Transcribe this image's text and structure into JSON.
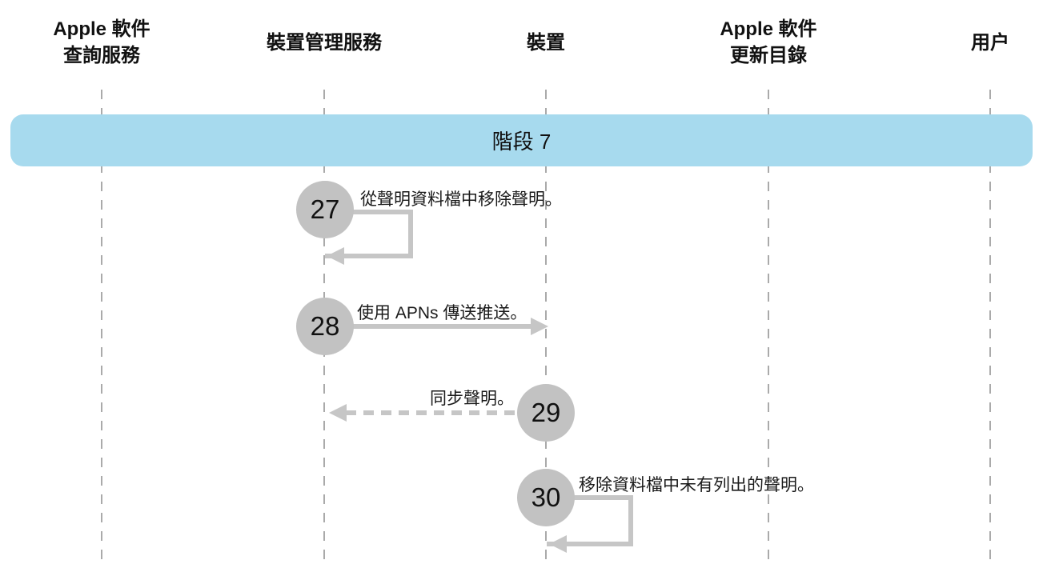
{
  "diagram": {
    "type": "sequence-diagram",
    "phase_banner": {
      "label": "階段 7",
      "fill_color": "#A7DAEE"
    },
    "lifelines": [
      {
        "name": "apple-software-lookup-service",
        "label": "Apple 軟件\n查詢服務"
      },
      {
        "name": "device-management-service",
        "label": "裝置管理服務"
      },
      {
        "name": "device",
        "label": "裝置"
      },
      {
        "name": "apple-software-update-catalog",
        "label": "Apple 軟件\n更新目錄"
      },
      {
        "name": "user",
        "label": "用户"
      }
    ],
    "steps": [
      {
        "number": "27",
        "label": "從聲明資料檔中移除聲明。",
        "from": "裝置管理服務",
        "to": "裝置管理服務",
        "arrow_style": "solid-self-loop"
      },
      {
        "number": "28",
        "label": "使用 APNs 傳送推送。",
        "from": "裝置管理服務",
        "to": "裝置",
        "arrow_style": "solid-right"
      },
      {
        "number": "29",
        "label": "同步聲明。",
        "from": "裝置",
        "to": "裝置管理服務",
        "arrow_style": "dashed-left"
      },
      {
        "number": "30",
        "label": "移除資料檔中未有列出的聲明。",
        "from": "裝置",
        "to": "裝置",
        "arrow_style": "solid-self-loop"
      }
    ],
    "colors": {
      "background": "#FFFFFF",
      "banner_fill": "#A7DAEE",
      "step_circle_fill": "#C2C2C2",
      "arrow_gray": "#C6C6C6",
      "lifeline_gray": "#AAAAAA",
      "text": "#1A1A1A"
    }
  }
}
